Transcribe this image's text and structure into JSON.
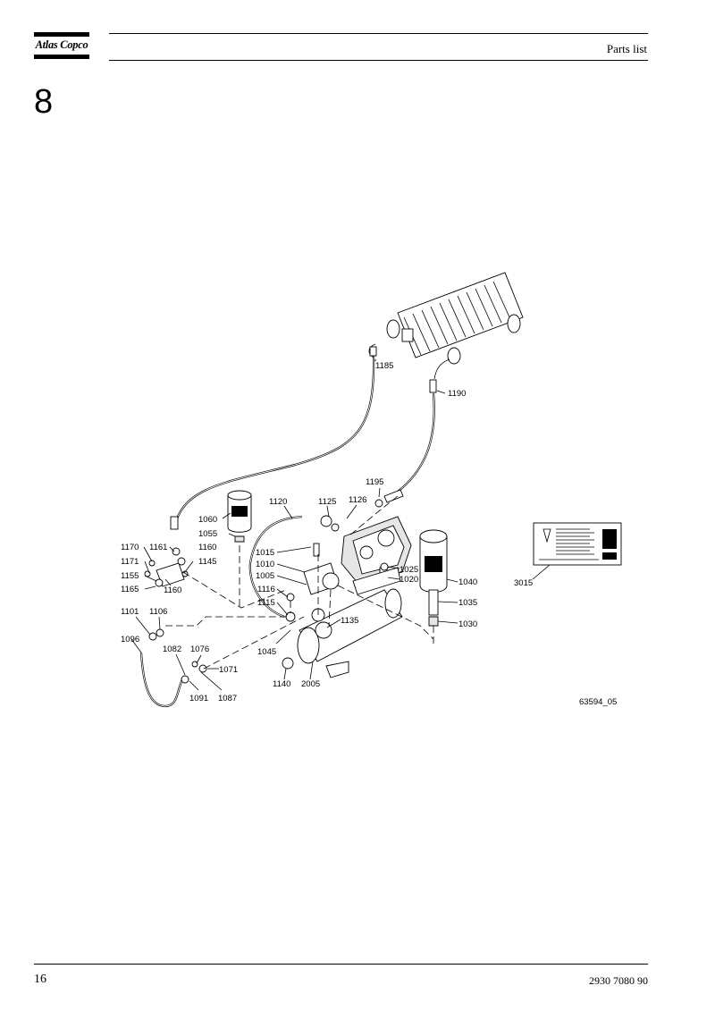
{
  "header": {
    "logo_text": "Atlas Copco",
    "title": "Parts list"
  },
  "chapter": "8",
  "drawing": {
    "reference": "63594_05",
    "callouts": {
      "c1185": "1185",
      "c1190": "1190",
      "c1195": "1195",
      "c1120": "1120",
      "c1125": "1125",
      "c1126": "1126",
      "c1060": "1060",
      "c1055": "1055",
      "c1170": "1170",
      "c1161": "1161",
      "c1160a": "1160",
      "c1171": "1171",
      "c1145": "1145",
      "c1155": "1155",
      "c1165": "1165",
      "c1160b": "1160",
      "c1015": "1015",
      "c1010": "1010",
      "c1005": "1005",
      "c1116": "1116",
      "c1115": "1115",
      "c1025": "1025",
      "c1020": "1020",
      "c1040": "1040",
      "c1035": "1035",
      "c1030": "1030",
      "c1135": "1135",
      "c1101": "1101",
      "c1106": "1106",
      "c1096": "1096",
      "c1082": "1082",
      "c1076": "1076",
      "c1071": "1071",
      "c1091": "1091",
      "c1087": "1087",
      "c1045": "1045",
      "c1140": "1140",
      "c2005": "2005",
      "c3015": "3015"
    }
  },
  "footer": {
    "page_number": "16",
    "document_number": "2930 7080 90"
  }
}
